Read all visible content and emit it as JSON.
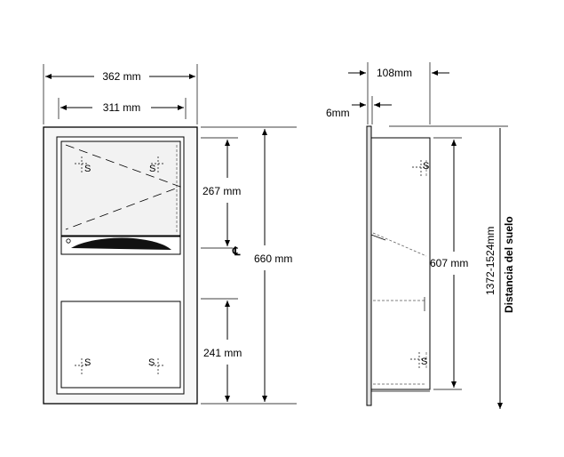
{
  "front_view": {
    "overall_width": "362 mm",
    "inner_width": "311 mm",
    "upper_height": "267 mm",
    "centerline": "℄",
    "overall_height": "660 mm",
    "lower_height": "241 mm",
    "screw_marker": "S"
  },
  "side_view": {
    "depth": "108mm",
    "flange": "6mm",
    "cabinet_height": "607 mm",
    "mounting_range": "1372-1524mm",
    "floor_label": "Distancia del suelo",
    "screw_marker": "S"
  }
}
